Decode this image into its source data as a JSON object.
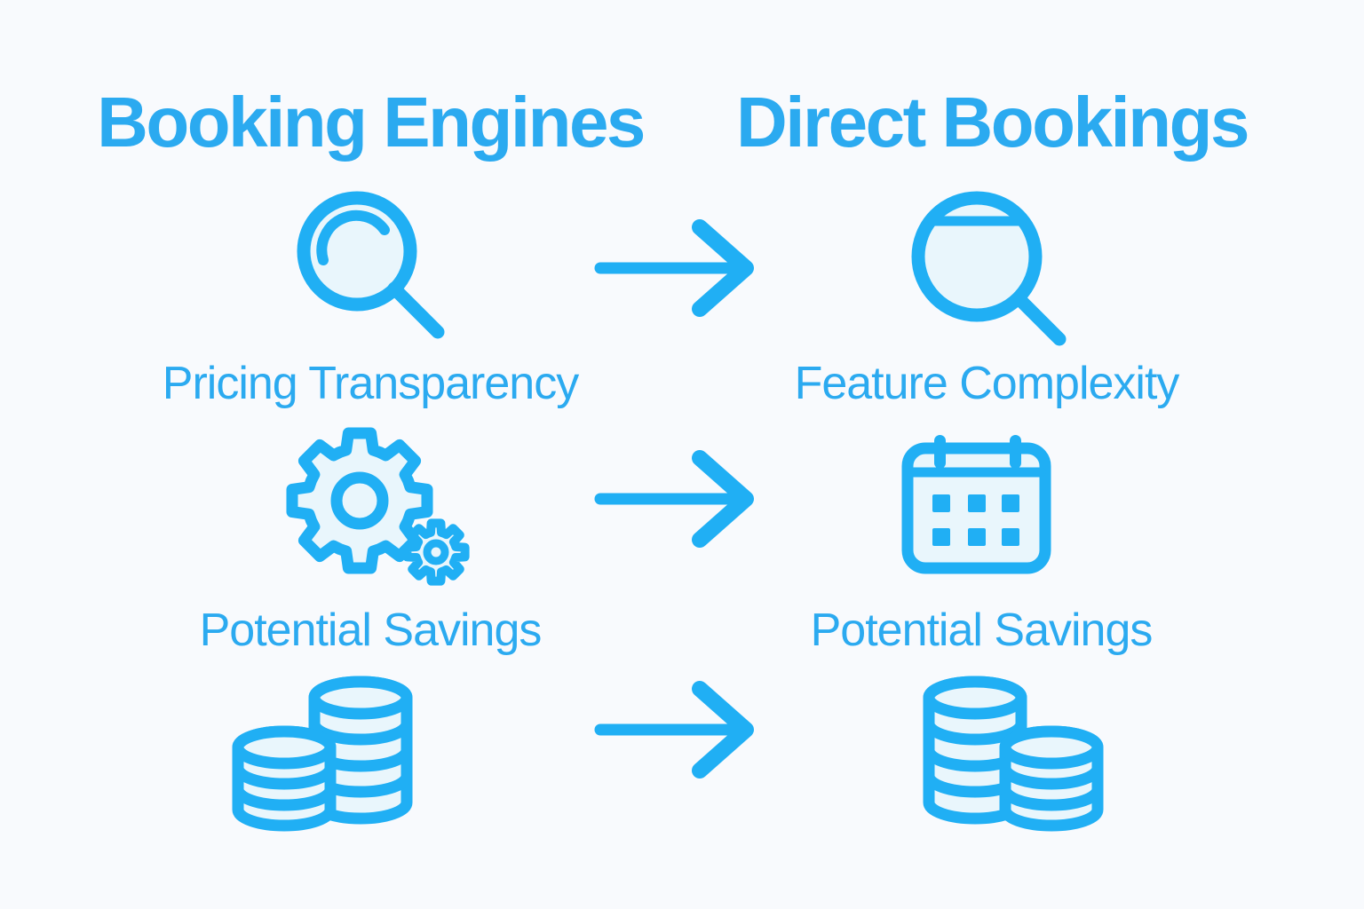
{
  "diagram": {
    "type": "comparison-infographic",
    "left_column": {
      "title": "Booking Engines",
      "icons": [
        "magnifying-glass-icon",
        "gears-icon",
        "coin-stacks-icon"
      ],
      "labels": [
        "Pricing Transparency",
        "Potential Savings"
      ]
    },
    "right_column": {
      "title": "Direct Bookings",
      "icons": [
        "magnifying-glass-lined-icon",
        "calendar-icon",
        "coin-stacks-icon"
      ],
      "labels": [
        "Feature Complexity",
        "Potential Savings"
      ]
    },
    "arrows": [
      "left-to-right",
      "left-to-right",
      "left-to-right"
    ],
    "colors": {
      "accent_blue": "#20AFF4",
      "text_blue": "#2BAAF0",
      "icon_fill": "#E9F6FC",
      "background": "#F8FAFD"
    }
  }
}
